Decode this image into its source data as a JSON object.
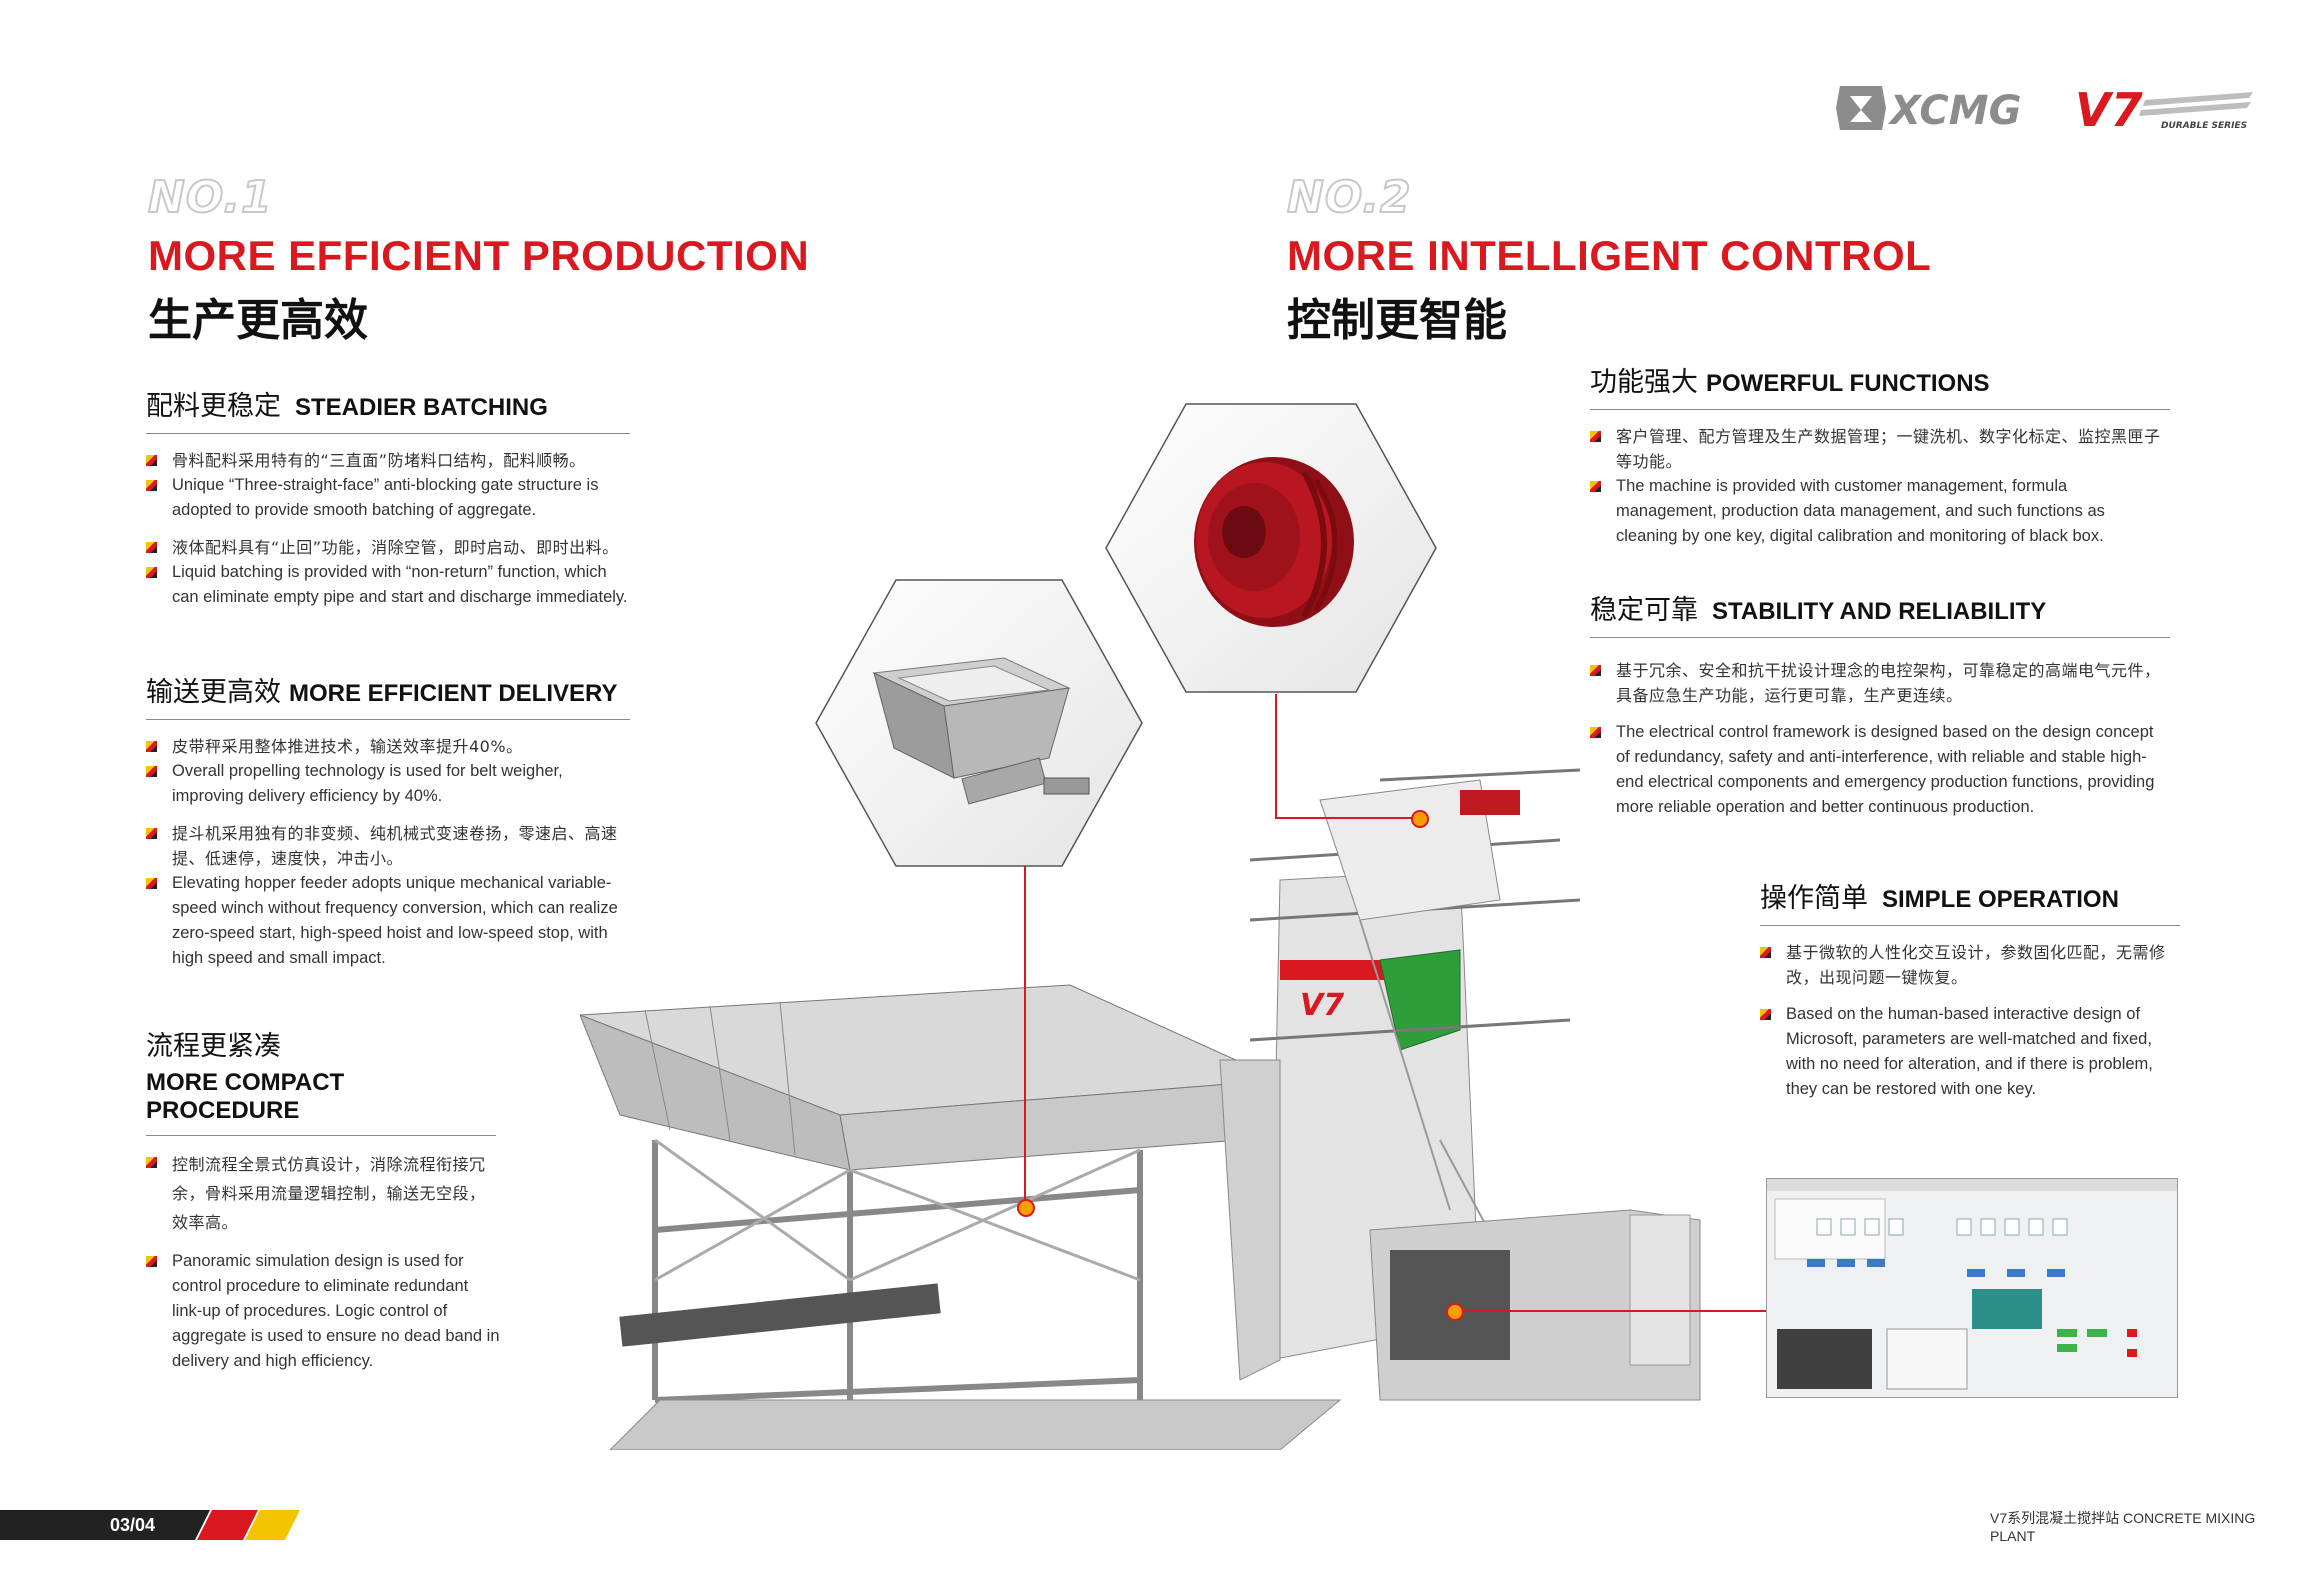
{
  "brand": {
    "name": "XCMG",
    "series": "V7",
    "series_sub": "DURABLE SERIES"
  },
  "col1": {
    "no": "NO.1",
    "title_en": "MORE EFFICIENT PRODUCTION",
    "title_cn": "生产更高效",
    "sections": [
      {
        "title_cn": "配料更稳定",
        "title_en": "STEADIER BATCHING",
        "items": [
          "骨料配料采用特有的“三直面”防堵料口结构，配料顺畅。",
          "Unique “Three-straight-face” anti-blocking gate structure is adopted to provide smooth batching of aggregate.",
          "液体配料具有“止回”功能，消除空管，即时启动、即时出料。",
          "Liquid batching is provided with “non-return” function, which can eliminate empty pipe and start and discharge immediately."
        ]
      },
      {
        "title_cn": "输送更高效",
        "title_en": "MORE EFFICIENT DELIVERY",
        "items": [
          "皮带秤采用整体推进技术，输送效率提升40%。",
          "Overall propelling technology is used for belt weigher, improving delivery efficiency by 40%.",
          "提斗机采用独有的非变频、纯机械式变速卷扬，零速启、高速提、低速停，速度快，冲击小。",
          "Elevating hopper feeder adopts unique mechanical variable-speed winch without frequency conversion, which can realize zero-speed start, high-speed hoist and low-speed stop, with high speed and small impact."
        ]
      },
      {
        "title_cn": "流程更紧凑",
        "title_en": "MORE COMPACT PROCEDURE",
        "items": [
          "控制流程全景式仿真设计，消除流程衔接冗余，骨料采用流量逻辑控制，输送无空段，效率高。",
          "Panoramic simulation design is used for control procedure to eliminate redundant link-up of procedures.  Logic control of aggregate is used to ensure no dead band in delivery and high efficiency."
        ]
      }
    ]
  },
  "col2": {
    "no": "NO.2",
    "title_en": "MORE INTELLIGENT CONTROL",
    "title_cn": "控制更智能",
    "sections": [
      {
        "title_cn": "功能强大",
        "title_en": "POWERFUL FUNCTIONS",
        "items": [
          "客户管理、配方管理及生产数据管理；一键洗机、数字化标定、监控黑匣子等功能。",
          "The machine is provided with customer management, formula management, production data management, and such functions as cleaning by one key, digital calibration and  monitoring of black box."
        ]
      },
      {
        "title_cn": "稳定可靠",
        "title_en": "STABILITY AND RELIABILITY",
        "items": [
          "基于冗余、安全和抗干扰设计理念的电控架构，可靠稳定的高端电气元件，具备应急生产功能，运行更可靠，生产更连续。",
          "The electrical control framework is designed based on the design concept of redundancy, safety and anti-interference, with reliable and stable high-end electrical components and emergency production functions, providing more reliable operation and better continuous production."
        ]
      },
      {
        "title_cn": "操作简单",
        "title_en": "SIMPLE OPERATION",
        "items": [
          "基于微软的人性化交互设计，参数固化匹配，无需修改，出现问题一键恢复。",
          "Based on the human-based interactive design of Microsoft, parameters are well-matched and  fixed, with no need for alteration, and if there is problem, they can be restored with one key."
        ]
      }
    ]
  },
  "plant_label": "V7",
  "footer": {
    "page": "03/04",
    "caption": "V7系列混凝土搅拌站 CONCRETE MIXING PLANT"
  },
  "colors": {
    "red": "#d9191f",
    "yellow": "#f5c400",
    "dark": "#222222"
  }
}
